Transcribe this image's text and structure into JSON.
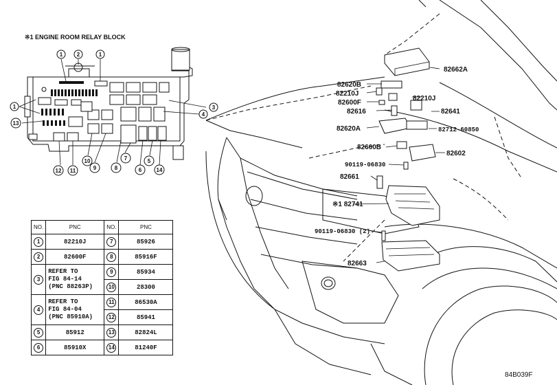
{
  "title": "※1 ENGINE ROOM RELAY BLOCK",
  "diagram_code": "84B039F",
  "callout_numbers": [
    "1",
    "2",
    "1",
    "1",
    "3",
    "4",
    "13",
    "12",
    "11",
    "10",
    "9",
    "8",
    "7",
    "6",
    "5",
    "14"
  ],
  "part_labels": {
    "p82662A": "82662A",
    "p82620B": "82620B",
    "p82210J_a": "82210J",
    "p82210J_b": "82210J",
    "p82600F": "82600F",
    "p82616": "82616",
    "p82641": "82641",
    "p82620A": "82620A",
    "p82712": "82712-60850",
    "p82660B": "82660B",
    "p82602": "82602",
    "p90119a": "90119-06830",
    "p82661": "82661",
    "p82741": "※1 82741",
    "p90119b": "90119-06830 (2)",
    "p82663": "82663"
  },
  "table": {
    "headers": [
      "NO.",
      "PNC",
      "NO.",
      "PNC"
    ],
    "rows": [
      {
        "n1": "1",
        "p1": [
          "82210J"
        ],
        "n2": "7",
        "p2": "85926"
      },
      {
        "n1": "2",
        "p1": [
          "82600F"
        ],
        "n2": "8",
        "p2": "85916F"
      },
      {
        "n1": "3",
        "p1": [
          "REFER TO",
          "FIG 84-14",
          "(PNC 88263P)"
        ],
        "n2": "9",
        "p2": "85934",
        "n3": "10",
        "p3": "28300"
      },
      {
        "n1": "4",
        "p1": [
          "REFER TO",
          "FIG 84-04",
          "(PNC 85910A)"
        ],
        "n2": "11",
        "p2": "86530A",
        "n3": "12",
        "p3": "85941"
      },
      {
        "n1": "5",
        "p1": [
          "85912"
        ],
        "n2": "13",
        "p2": "82824L"
      },
      {
        "n1": "6",
        "p1": [
          "85910X"
        ],
        "n2": "14",
        "p2": "81240F"
      }
    ]
  }
}
